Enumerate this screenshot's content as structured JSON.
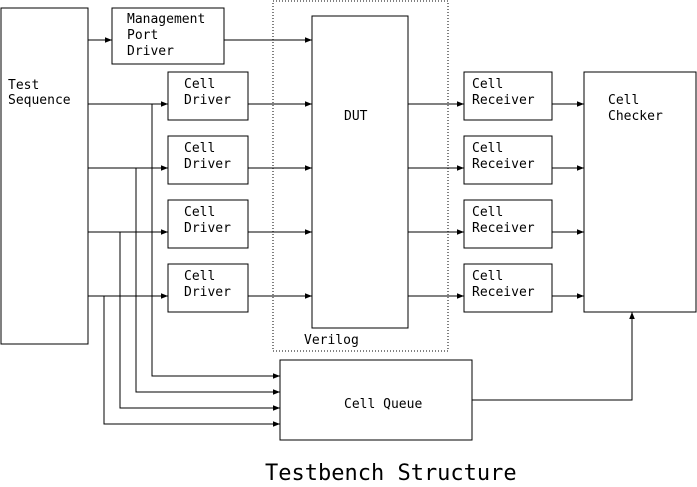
{
  "blocks": {
    "test_sequence": [
      "Test",
      "Sequence"
    ],
    "mgmt_driver": [
      "Management",
      "Port",
      "Driver"
    ],
    "cell_drivers": [
      [
        "Cell",
        "Driver"
      ],
      [
        "Cell",
        "Driver"
      ],
      [
        "Cell",
        "Driver"
      ],
      [
        "Cell",
        "Driver"
      ]
    ],
    "dut": "DUT",
    "verilog": "Verilog",
    "cell_receivers": [
      [
        "Cell",
        "Receiver"
      ],
      [
        "Cell",
        "Receiver"
      ],
      [
        "Cell",
        "Receiver"
      ],
      [
        "Cell",
        "Receiver"
      ]
    ],
    "cell_checker": [
      "Cell",
      "Checker"
    ],
    "cell_queue": "Cell Queue"
  },
  "caption": "Testbench Structure",
  "colors": {
    "line": "#000000",
    "background": "#ffffff"
  }
}
